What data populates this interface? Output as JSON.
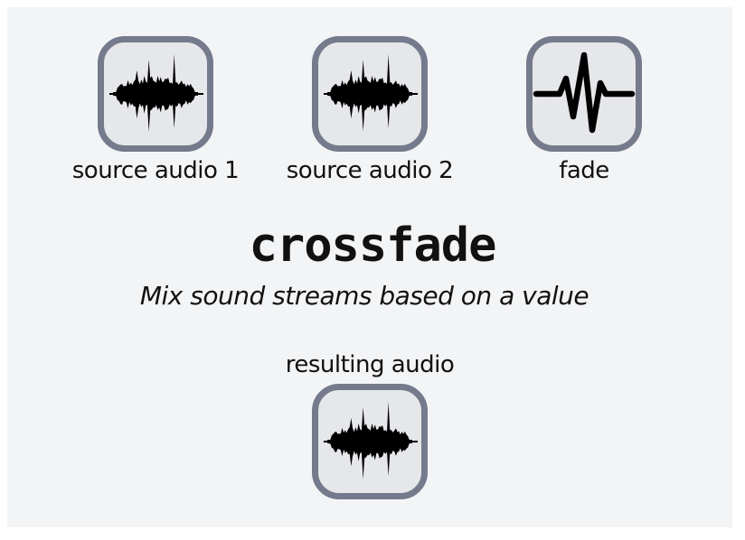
{
  "node": {
    "title": "crossfade",
    "description": "Mix sound streams based on a value"
  },
  "inputs": [
    {
      "label": "source audio 1",
      "icon": "audio-waveform-icon"
    },
    {
      "label": "source audio 2",
      "icon": "audio-waveform-icon"
    },
    {
      "label": "fade",
      "icon": "signal-pulse-icon"
    }
  ],
  "output": {
    "label": "resulting audio",
    "icon": "audio-waveform-icon"
  },
  "colors": {
    "panel_background": "#f3f4f6",
    "port_border": "#757a8c",
    "port_fill": "#e6e7ea",
    "icon": "#000000",
    "text": "#111111"
  }
}
